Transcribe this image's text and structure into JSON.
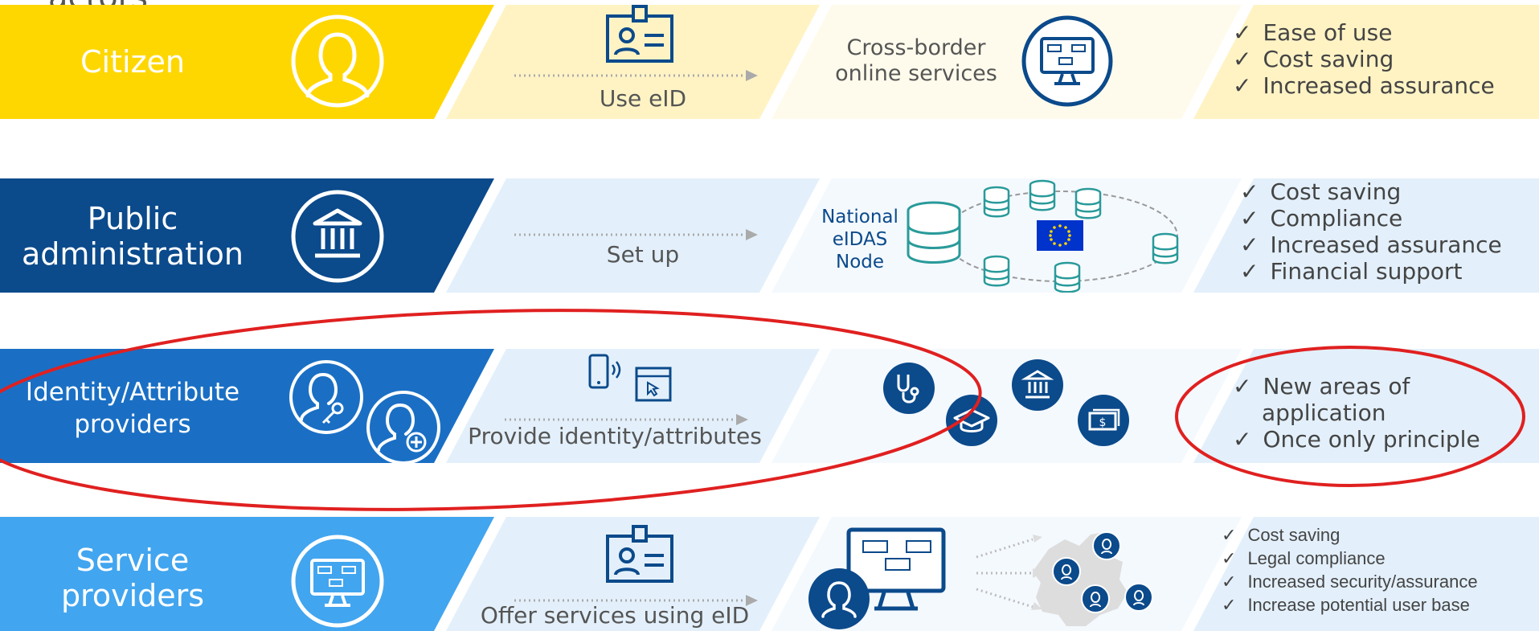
{
  "header": {
    "cut_text": "actors"
  },
  "colors": {
    "citizen": "#ffd700",
    "public_admin": "#0b4a8b",
    "identity": "#1a6fc4",
    "service": "#42a5ef",
    "circle_red": "#e02020"
  },
  "rows": [
    {
      "title": "Citizen",
      "icon": "person-icon",
      "step_icon": "id-badge-icon",
      "step": "Use eID",
      "target_label": "Cross-border\nonline services",
      "target_icon": "monitor-www-icon",
      "benefits": [
        "Ease of use",
        "Cost saving",
        "Increased assurance"
      ]
    },
    {
      "title": "Public\nadministration",
      "icon": "bank-building-icon",
      "step": "Set up",
      "target_label": "National\neIDAS\nNode",
      "target_icon": "database-network-icon",
      "benefits": [
        "Cost saving",
        "Compliance",
        "Increased assurance",
        "Financial support"
      ]
    },
    {
      "title": "Identity/Attribute\nproviders",
      "icon": "person-key-icon",
      "icon2": "person-plus-icon",
      "step_icon": "mobile-browser-icon",
      "step": "Provide identity/attributes",
      "target_icons": [
        "stethoscope-icon",
        "graduation-cap-icon",
        "bank-building-icon",
        "money-icon"
      ],
      "benefits": [
        "New areas of\napplication",
        "Once only principle"
      ]
    },
    {
      "title": "Service\nproviders",
      "icon": "monitor-www-icon",
      "step_icon": "id-badge-icon",
      "step": "Offer services using eID",
      "target_icon": "monitor-user-icon",
      "map_icon": "europe-map-icon",
      "benefits": [
        "Cost saving",
        "Legal compliance",
        "Increased security/assurance",
        "Increase potential user base"
      ]
    }
  ]
}
